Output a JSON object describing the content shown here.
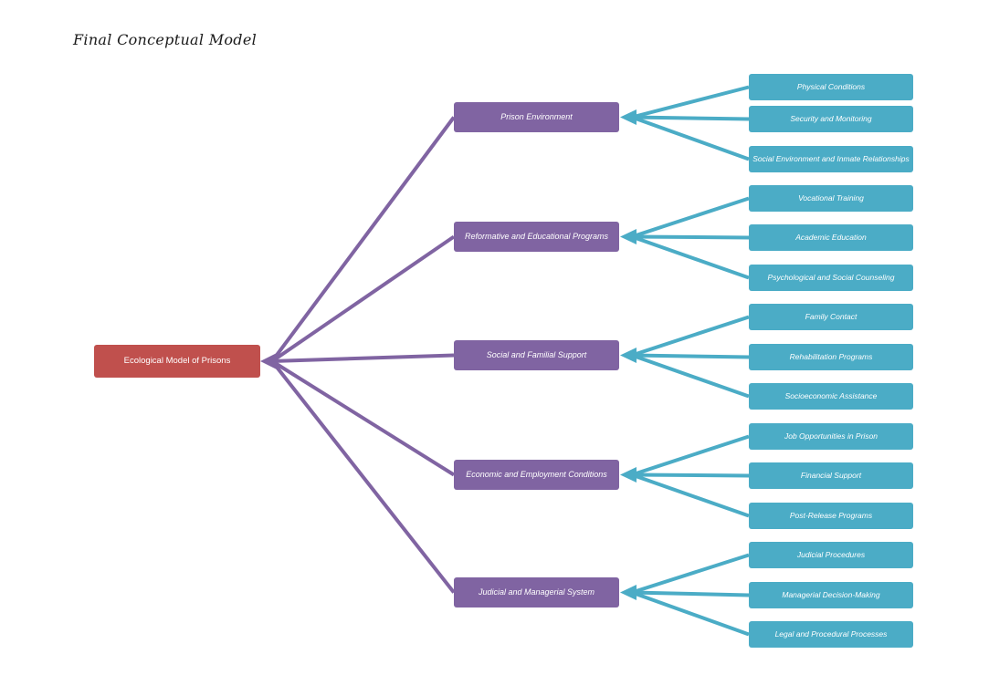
{
  "title": "Final Conceptual Model",
  "colors": {
    "root_fill": "#C0504D",
    "branch_fill": "#8064A2",
    "leaf_fill": "#4BACC6",
    "branch_connector": "#8064A2",
    "leaf_connector": "#4BACC6",
    "node_text": "#ffffff",
    "title_text": "#1a1a1a",
    "background": "#ffffff"
  },
  "root": {
    "label": "Ecological Model of Prisons"
  },
  "branches": [
    {
      "label": "Prison Environment",
      "children": [
        "Physical Conditions",
        "Security and Monitoring",
        "Social Environment and Inmate Relationships"
      ]
    },
    {
      "label": "Reformative and Educational Programs",
      "children": [
        "Vocational Training",
        "Academic Education",
        "Psychological and Social Counseling"
      ]
    },
    {
      "label": "Social and Familial Support",
      "children": [
        "Family Contact",
        "Rehabilitation Programs",
        "Socioeconomic Assistance"
      ]
    },
    {
      "label": "Economic and Employment Conditions",
      "children": [
        "Job Opportunities in Prison",
        "Financial Support",
        "Post-Release Programs"
      ]
    },
    {
      "label": "Judicial and Managerial System",
      "children": [
        "Judicial Procedures",
        "Managerial Decision-Making",
        "Legal and Procedural Processes"
      ]
    }
  ]
}
